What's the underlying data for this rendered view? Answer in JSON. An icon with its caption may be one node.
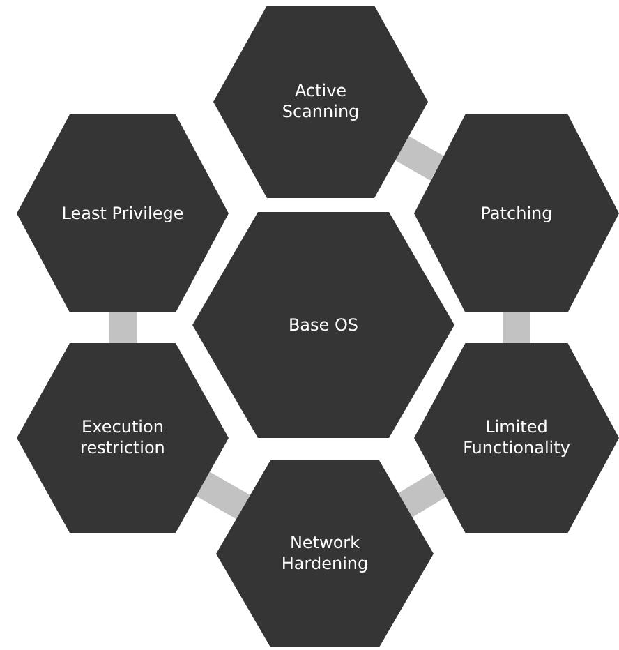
{
  "diagram": {
    "nodes": [
      {
        "text": [
          "Active Scanning"
        ]
      },
      {
        "text": [
          "Least Privilege"
        ]
      },
      {
        "text": [
          "Patching"
        ]
      },
      {
        "text": [
          "Base OS"
        ]
      },
      {
        "text": [
          "Execution restriction"
        ]
      },
      {
        "text": [
          "Limited Functionality"
        ]
      },
      {
        "text": [
          "Network Hardening"
        ]
      }
    ],
    "edges": [
      {
        "from": 0,
        "to": 2,
        "arrow": "none"
      },
      {
        "from": 2,
        "to": 5,
        "arrow": "none"
      },
      {
        "from": 5,
        "to": 6,
        "arrow": "none"
      },
      {
        "from": 6,
        "to": 4,
        "arrow": "none"
      },
      {
        "from": 4,
        "to": 1,
        "arrow": "none"
      }
    ]
  }
}
